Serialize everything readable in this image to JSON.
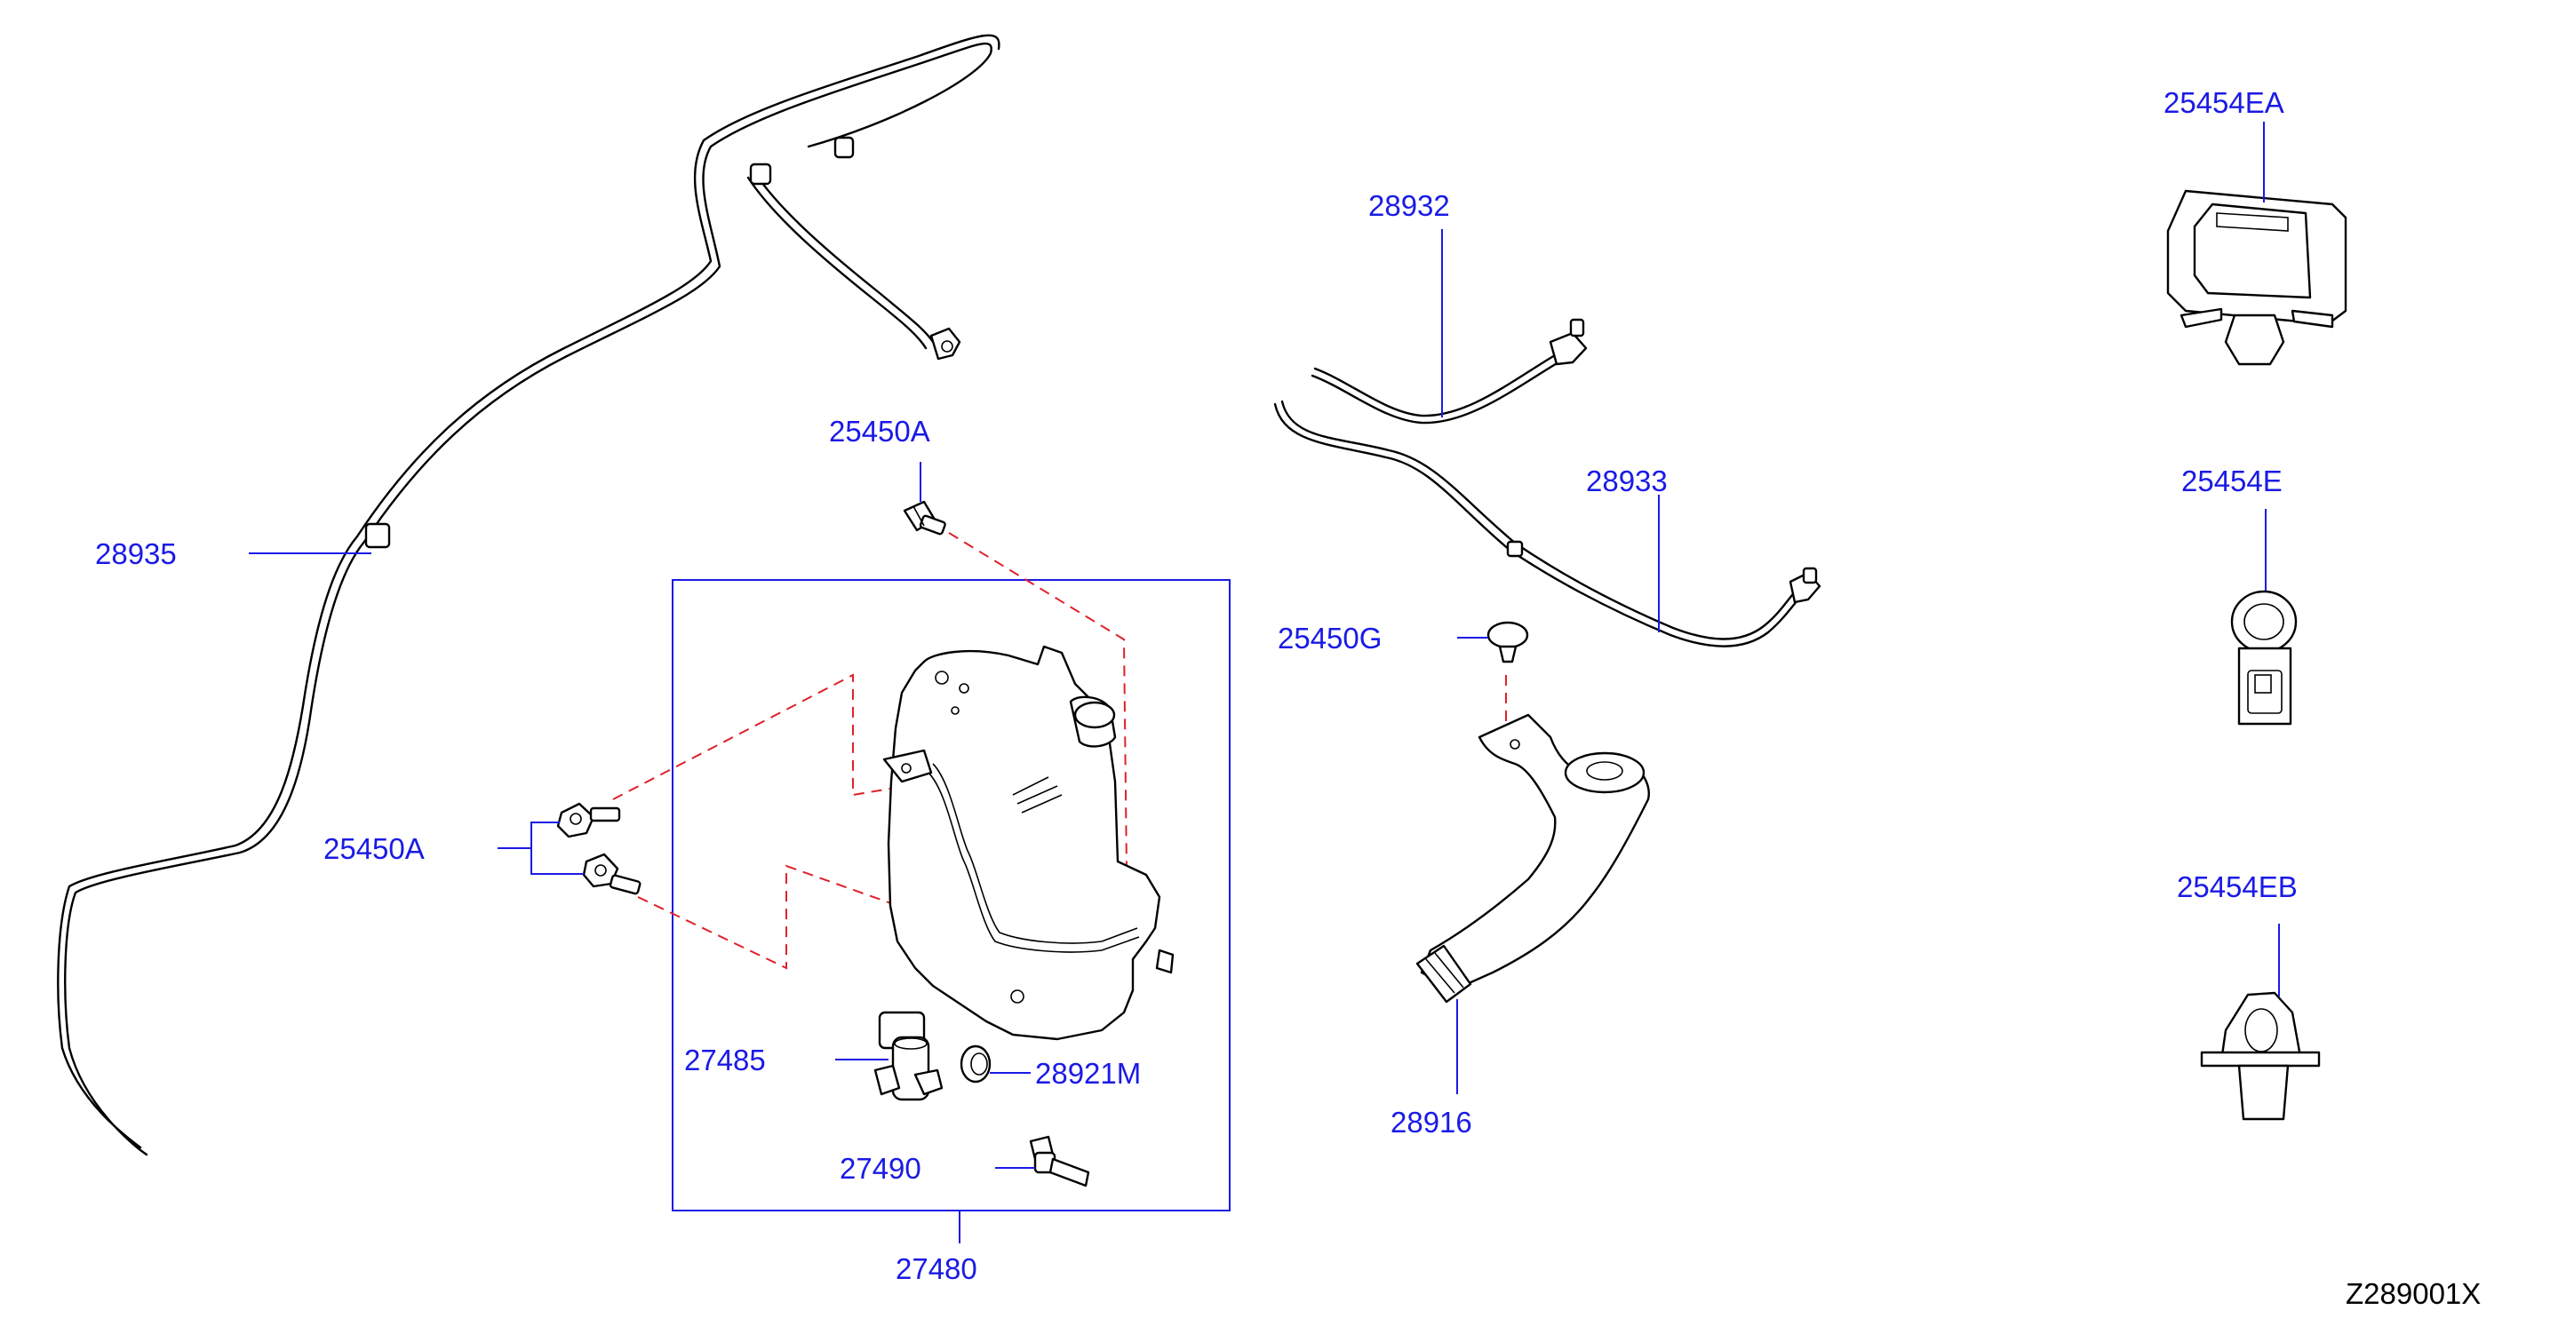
{
  "diagram": {
    "labels": {
      "p28935": "28935",
      "p25450A_top": "25450A",
      "p25450A_left": "25450A",
      "p27485": "27485",
      "p28921M": "28921M",
      "p27490": "27490",
      "p27480": "27480",
      "p28932": "28932",
      "p28933": "28933",
      "p25450G": "25450G",
      "p28916": "28916",
      "p25454EA": "25454EA",
      "p25454E": "25454E",
      "p25454EB": "25454EB"
    },
    "reference_code": "Z289001X",
    "colors": {
      "label": "#1a1ae6",
      "leader": "#1a1ae6",
      "dashed_guide": "#e0202a",
      "outline": "#000000"
    }
  }
}
